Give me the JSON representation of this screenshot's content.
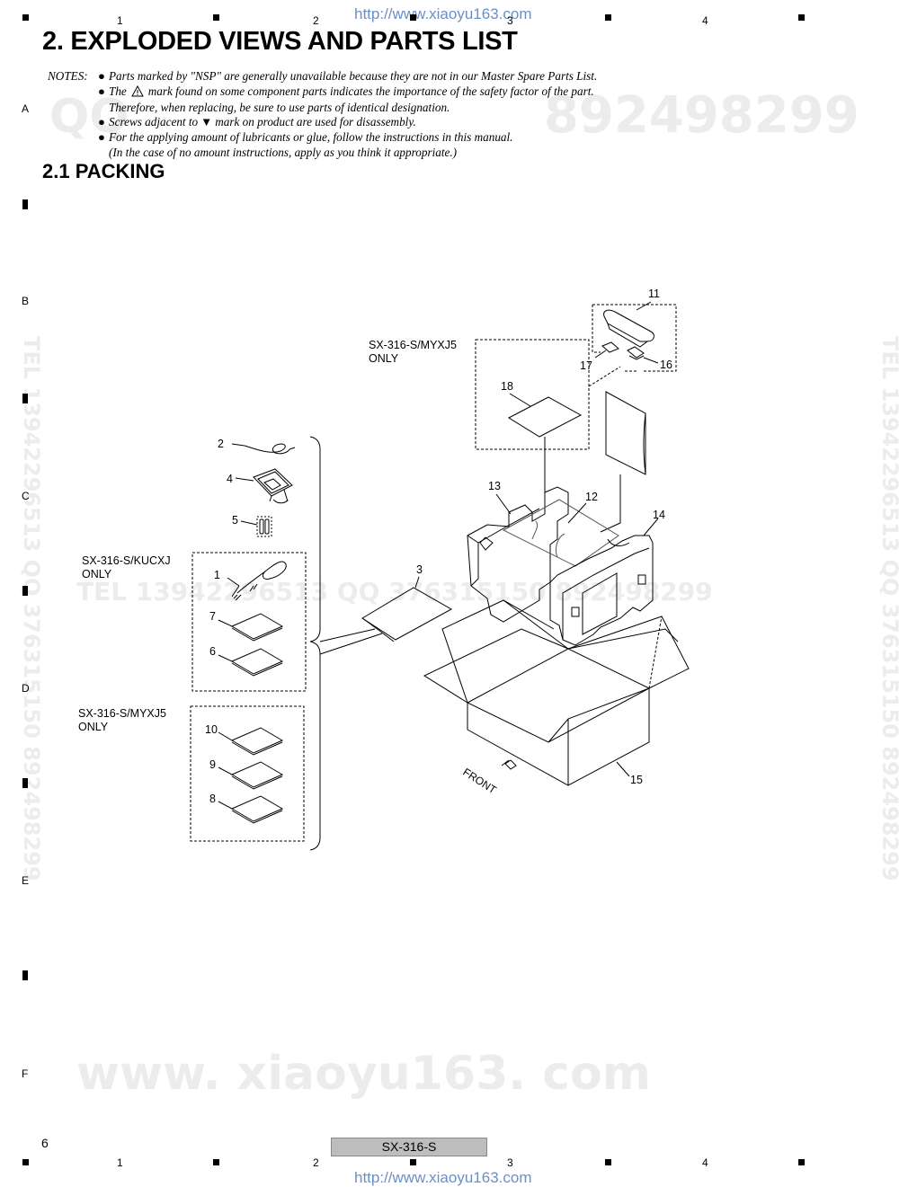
{
  "header_url": "http://www.xiaoyu163.com",
  "footer_url": "http://www.xiaoyu163.com",
  "column_numbers": [
    "1",
    "2",
    "3",
    "4"
  ],
  "row_letters": [
    "A",
    "B",
    "C",
    "D",
    "E",
    "F"
  ],
  "title": "2. EXPLODED VIEWS AND PARTS LIST",
  "notes": {
    "label": "NOTES:",
    "items": [
      "Parts marked by \"NSP\" are generally unavailable because they are not in our Master Spare Parts List.",
      "The",
      "mark found on some component parts indicates the importance of the safety factor of the part.",
      "Therefore, when replacing, be sure to use parts of identical designation.",
      "Screws adjacent to",
      "mark on product are used for disassembly.",
      "For the applying amount of lubricants or glue, follow the instructions in this manual.",
      "(In the case of no amount instructions, apply as you think it appropriate.)"
    ]
  },
  "section_title": "2.1  PACKING",
  "variant_labels": {
    "top": [
      "SX-316-S/MYXJ5",
      "ONLY"
    ],
    "kucxj": [
      "SX-316-S/KUCXJ",
      "ONLY"
    ],
    "myxj5": [
      "SX-316-S/MYXJ5",
      "ONLY"
    ]
  },
  "callouts": [
    "1",
    "2",
    "3",
    "4",
    "5",
    "6",
    "7",
    "8",
    "9",
    "10",
    "11",
    "12",
    "13",
    "14",
    "15",
    "16",
    "17",
    "18"
  ],
  "box_text": "FRONT",
  "page_number": "6",
  "model": "SX-316-S",
  "watermarks": {
    "qq_left": "QQ",
    "qq_right": "892498299",
    "tel_mid": "TEL  13942296513   QQ 376315150  892498299",
    "bottom": "www. xiaoyu163. com",
    "vert_left": "TEL 13942296513  QQ 376315150  892498299",
    "vert_right": "TEL 13942296513  QQ 376315150  892498299"
  }
}
